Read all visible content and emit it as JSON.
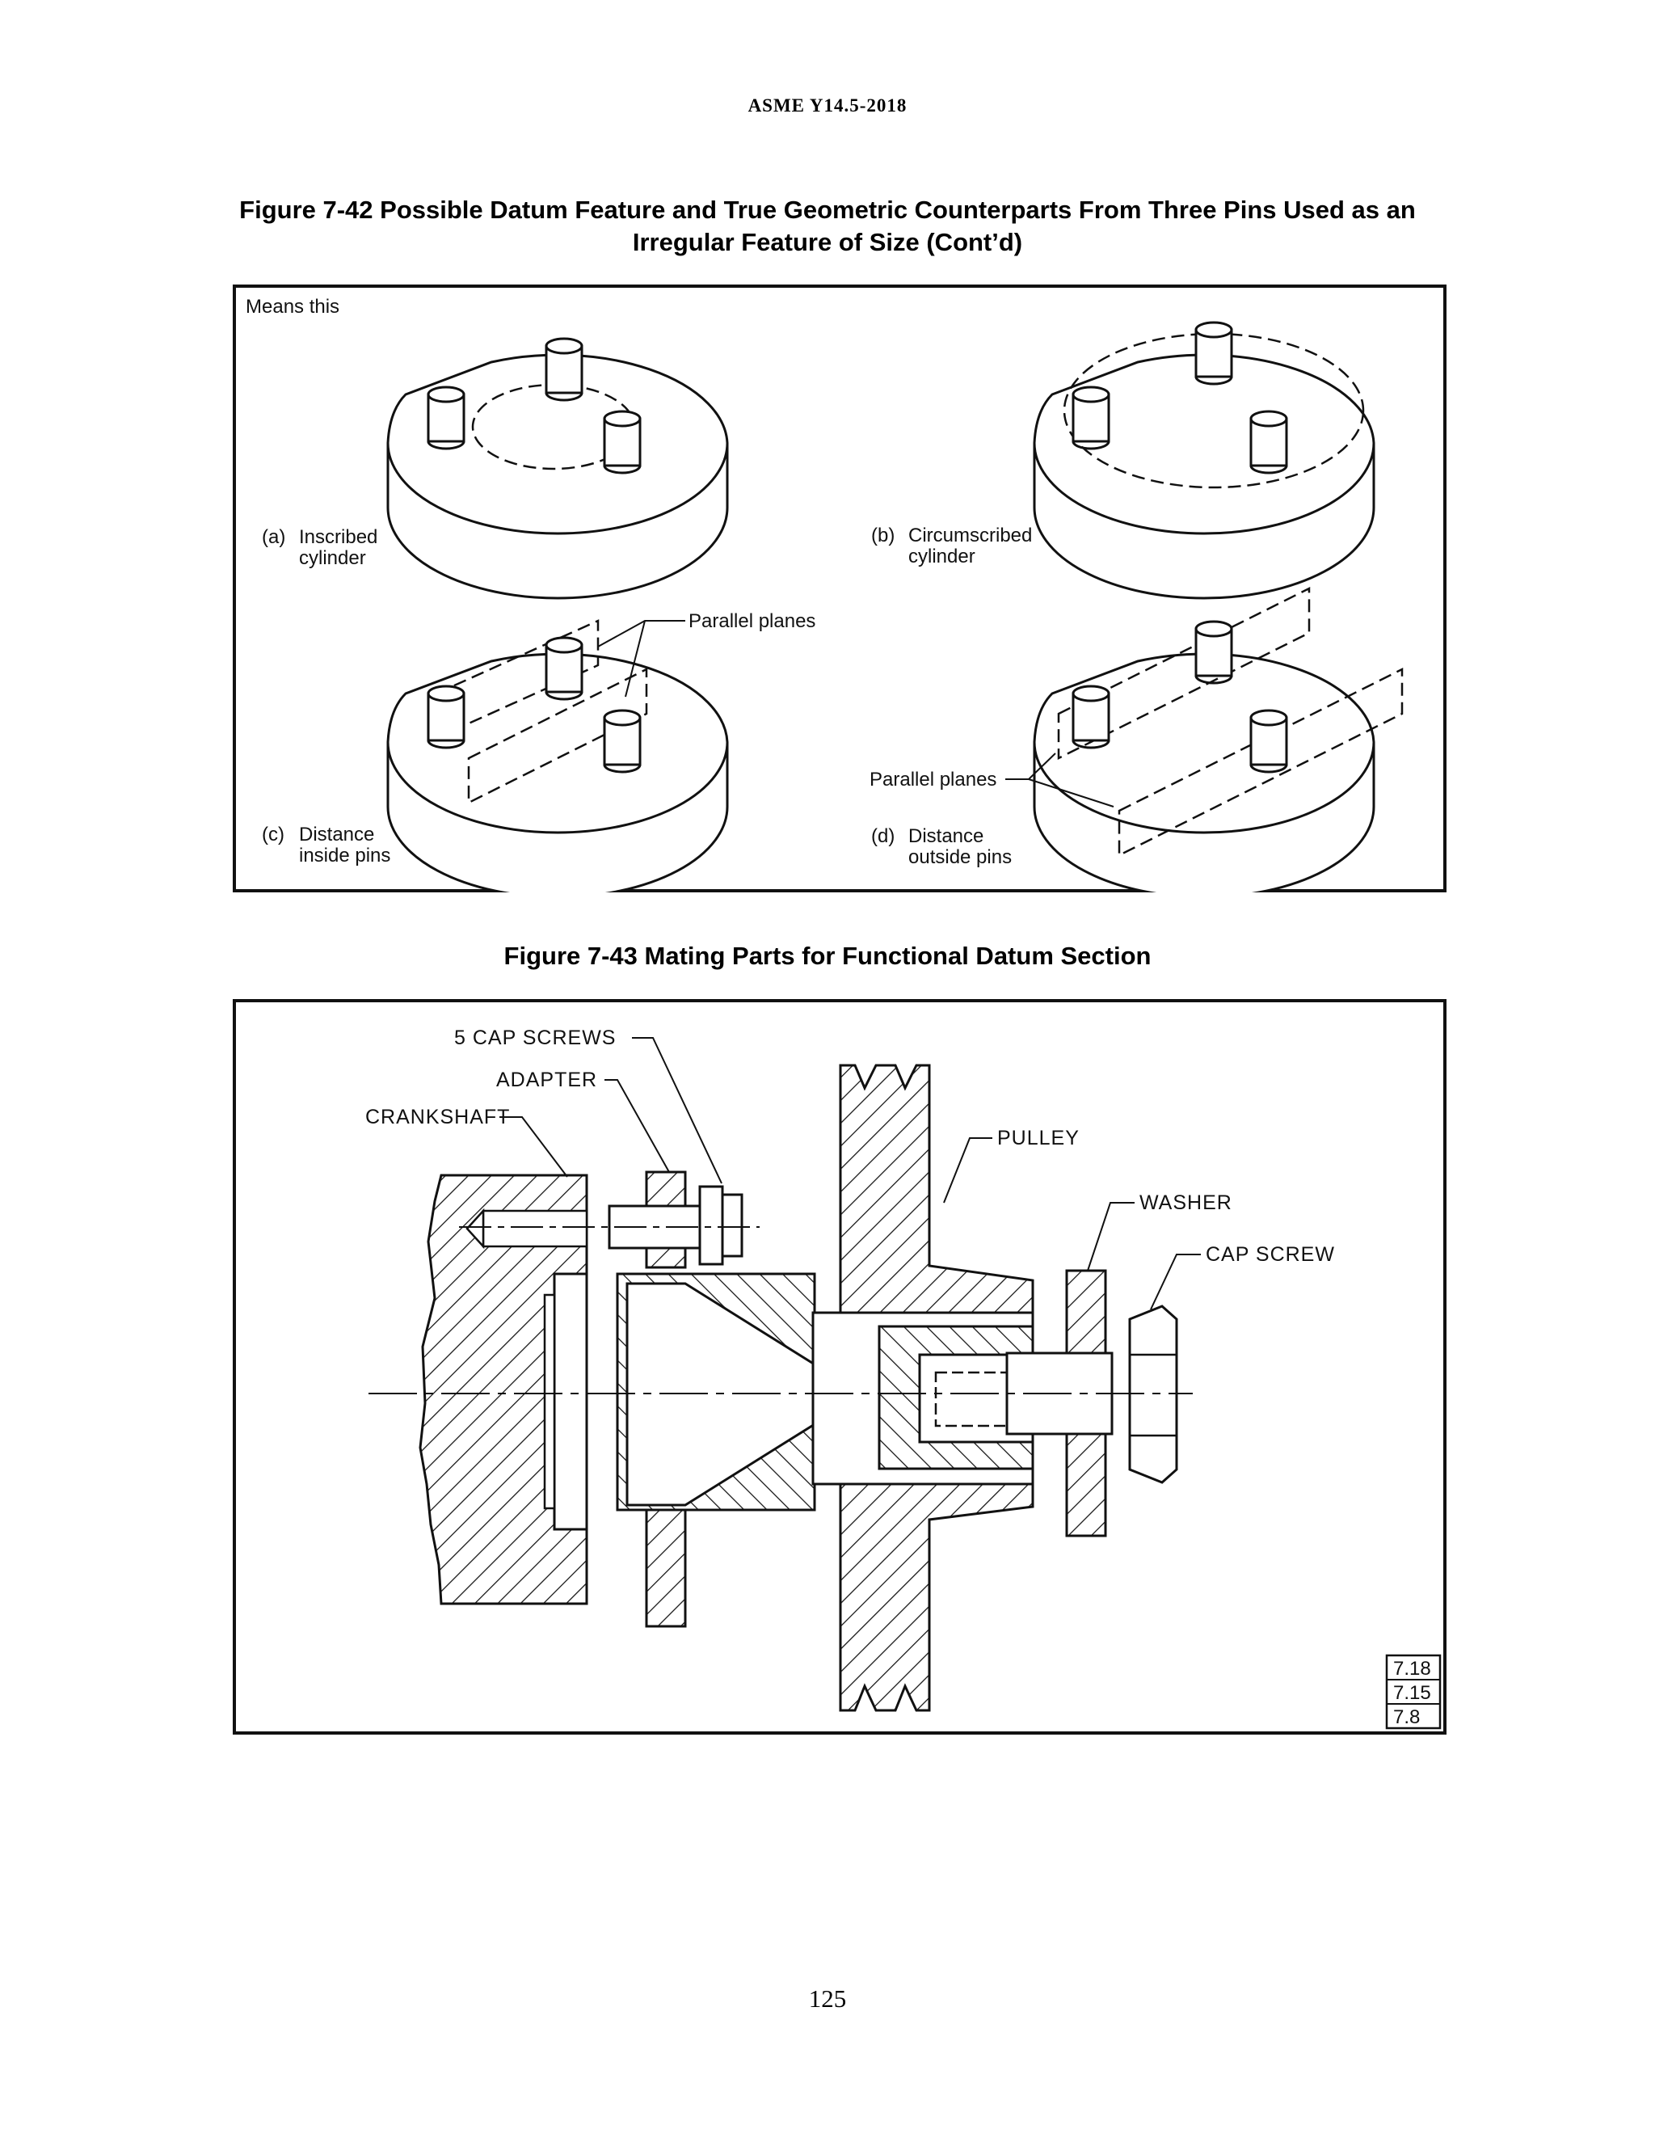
{
  "header": {
    "standard": "ASME Y14.5-2018"
  },
  "figure_7_42": {
    "title_line1": "Figure 7-42 Possible Datum Feature and True Geometric Counterparts From Three Pins Used as an",
    "title_line2": "Irregular Feature of Size (Cont’d)",
    "corner_label": "Means this",
    "panels": {
      "a": {
        "tag": "(a)",
        "line1": "Inscribed",
        "line2": "cylinder"
      },
      "b": {
        "tag": "(b)",
        "line1": "Circumscribed",
        "line2": "cylinder"
      },
      "c": {
        "tag": "(c)",
        "line1": "Distance",
        "line2": "inside  pins",
        "callout": "Parallel planes"
      },
      "d": {
        "tag": "(d)",
        "line1": "Distance",
        "line2": "outside  pins",
        "callout": "Parallel planes"
      }
    }
  },
  "figure_7_43": {
    "title": "Figure 7-43 Mating Parts for Functional Datum Section",
    "labels": {
      "cap_screws": "5  CAP  SCREWS",
      "adapter": "ADAPTER",
      "crankshaft": "CRANKSHAFT",
      "pulley": "PULLEY",
      "washer": "WASHER",
      "cap_screw": "CAP  SCREW"
    },
    "references": [
      "7.18",
      "7.15",
      "7.8"
    ]
  },
  "page_number": "125"
}
